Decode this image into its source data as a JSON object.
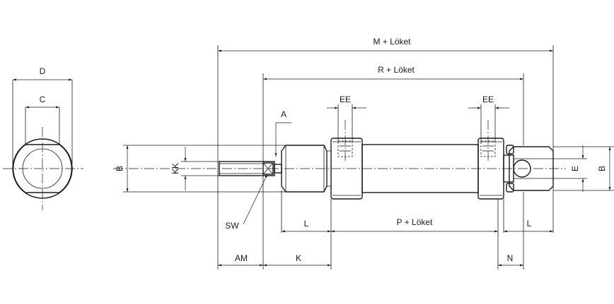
{
  "labels": {
    "m_stroke": "M + Löket",
    "r_stroke": "R + Löket",
    "p_stroke": "P + Löket",
    "d": "D",
    "c": "C",
    "b_left": "B",
    "b_right": "B",
    "kk": "KK",
    "e": "E",
    "a": "A",
    "ee_left": "EE",
    "ee_right": "EE",
    "sw": "SW",
    "l_left": "L",
    "l_right": "L",
    "am": "AM",
    "k": "K",
    "n": "N"
  },
  "colors": {
    "line": "#1a1a1a",
    "background": "#ffffff"
  }
}
